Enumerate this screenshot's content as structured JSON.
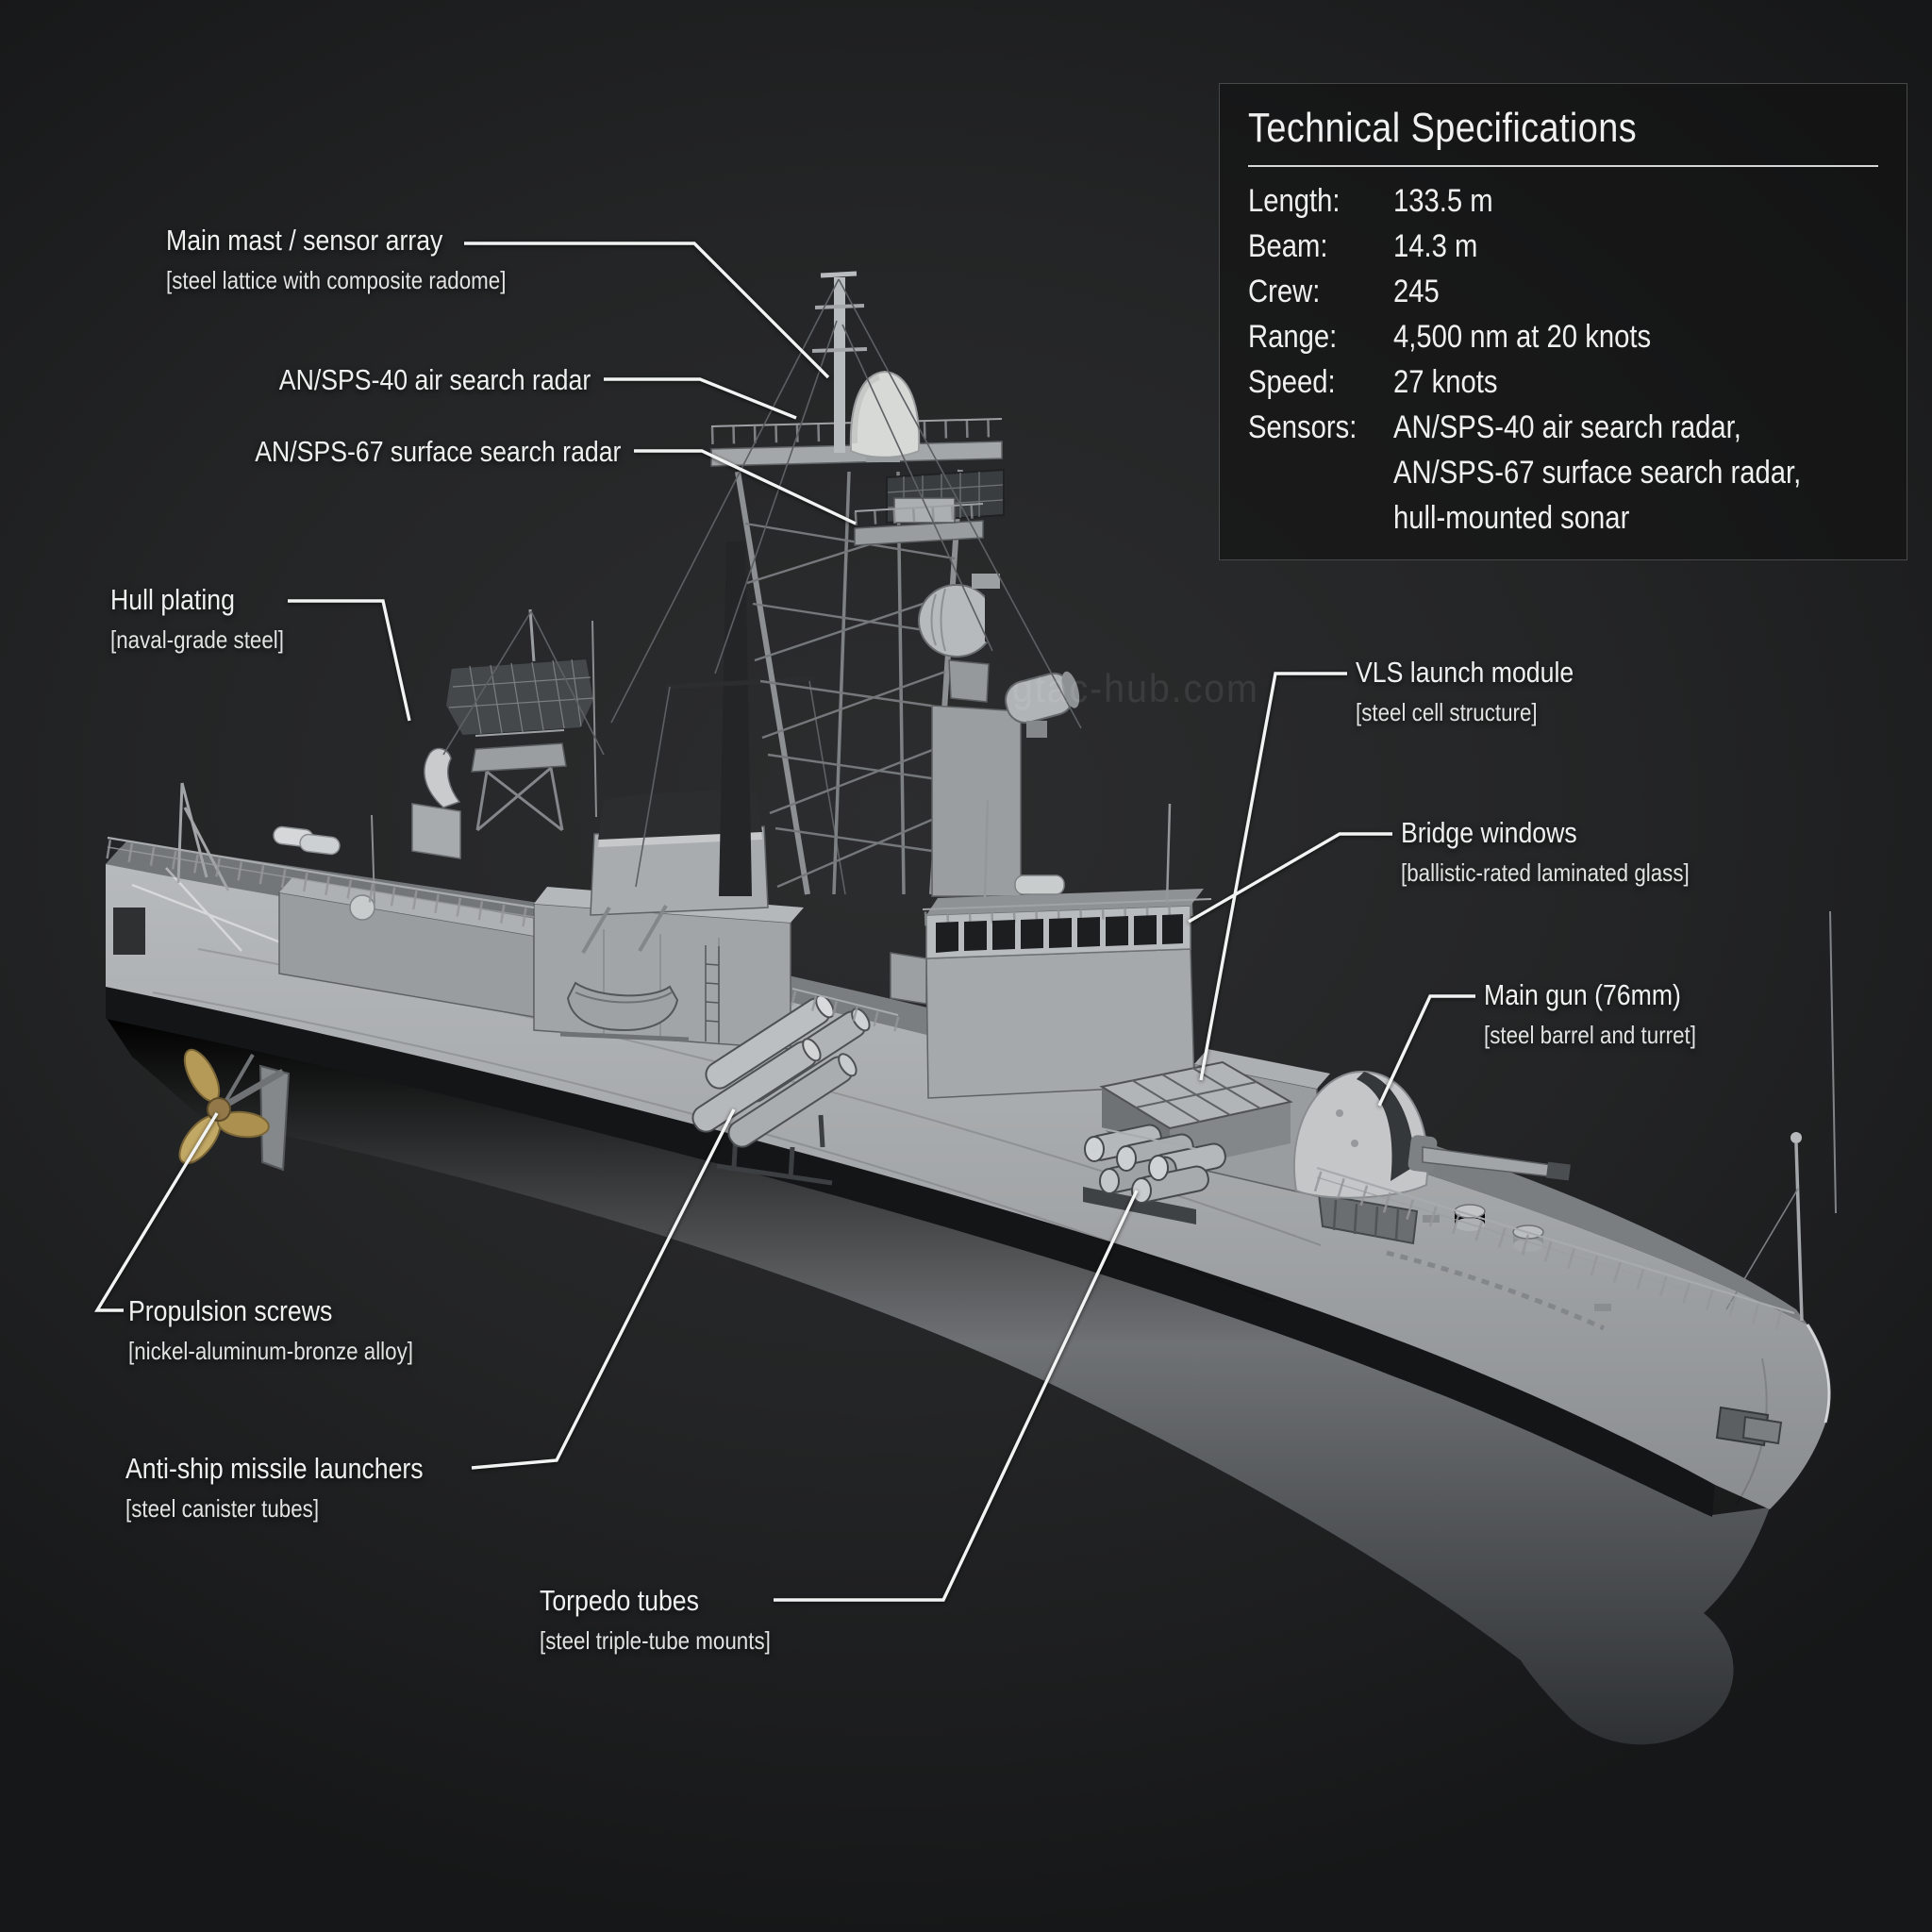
{
  "page": {
    "watermark": "gtac-hub.com"
  },
  "specs_panel": {
    "title": "Technical Specifications",
    "rows": [
      {
        "label": "Length:",
        "value": "133.5 m"
      },
      {
        "label": "Beam:",
        "value": "14.3 m"
      },
      {
        "label": "Crew:",
        "value": "245"
      },
      {
        "label": "Range:",
        "value": "4,500 nm at 20 knots"
      },
      {
        "label": "Speed:",
        "value": "27 knots"
      },
      {
        "label": "Sensors:",
        "value": "AN/SPS-40 air search radar,\nAN/SPS-67 surface search radar,\nhull-mounted sonar"
      }
    ]
  },
  "callouts": [
    {
      "title": "Main mast / sensor array",
      "sub": "[steel lattice with composite radome]"
    },
    {
      "title": "AN/SPS-40 air search radar",
      "sub": ""
    },
    {
      "title": "AN/SPS-67 surface search radar",
      "sub": ""
    },
    {
      "title": "Hull plating",
      "sub": "[naval-grade steel]"
    },
    {
      "title": "VLS launch module",
      "sub": "[steel cell structure]"
    },
    {
      "title": "Bridge windows",
      "sub": "[ballistic-rated laminated glass]"
    },
    {
      "title": "Main gun (76mm)",
      "sub": "[steel barrel and turret]"
    },
    {
      "title": "Propulsion screws",
      "sub": "[nickel-aluminum-bronze alloy]"
    },
    {
      "title": "Anti-ship missile launchers",
      "sub": "[steel canister tubes]"
    },
    {
      "title": "Torpedo tubes",
      "sub": "[steel triple-tube mounts]"
    }
  ],
  "colors": {
    "background": "#242526",
    "panel_bg": "#1b1c1d",
    "panel_border": "#484848",
    "text": "#f0f0f0",
    "divider": "#d6d6d6",
    "leader_line": "#f2f3f3",
    "hull_light": "#b7babc",
    "hull_shadow": "#3a3d3f",
    "boot_stripe": "#141516",
    "radome": "#d7d9d7",
    "propeller_bronze": "#b59a57",
    "watermark_text": "#3c3c3d"
  }
}
